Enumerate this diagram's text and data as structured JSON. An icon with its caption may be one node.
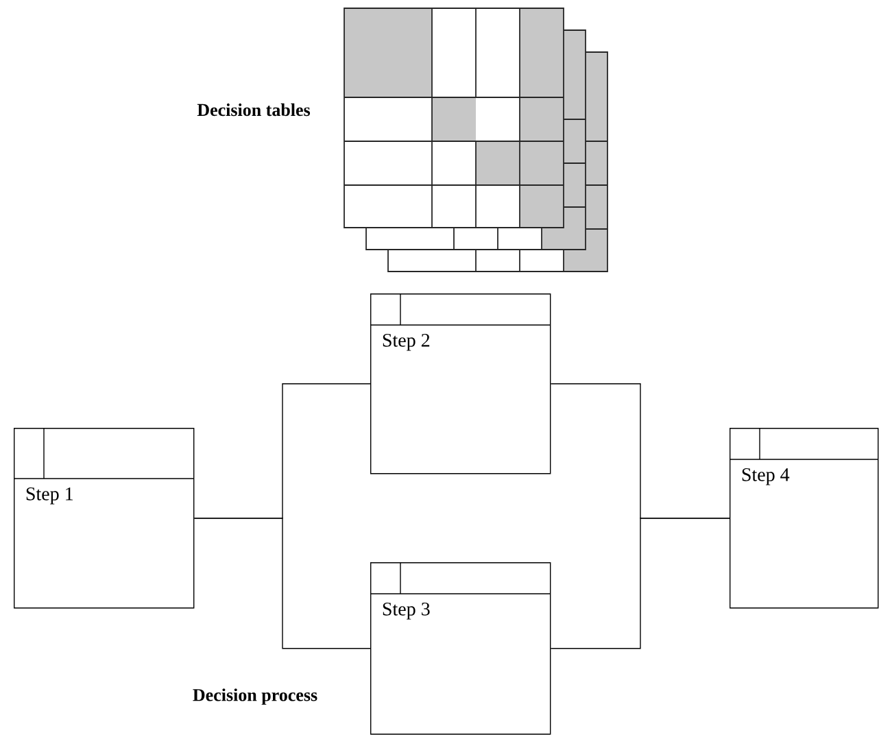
{
  "diagram": {
    "nodes": [
      {
        "text": [
          "Step 1"
        ]
      },
      {
        "text": [
          "Step 2"
        ]
      },
      {
        "text": [
          "Step 3"
        ]
      },
      {
        "text": [
          "Step 4"
        ]
      }
    ],
    "edges": [
      {
        "from": 0,
        "to": 1,
        "arrow": "none"
      },
      {
        "from": 0,
        "to": 2,
        "arrow": "none"
      },
      {
        "from": 1,
        "to": 3,
        "arrow": "none"
      },
      {
        "from": 2,
        "to": 3,
        "arrow": "none"
      }
    ],
    "labels": [
      "Decision tables",
      "Decision process"
    ]
  }
}
